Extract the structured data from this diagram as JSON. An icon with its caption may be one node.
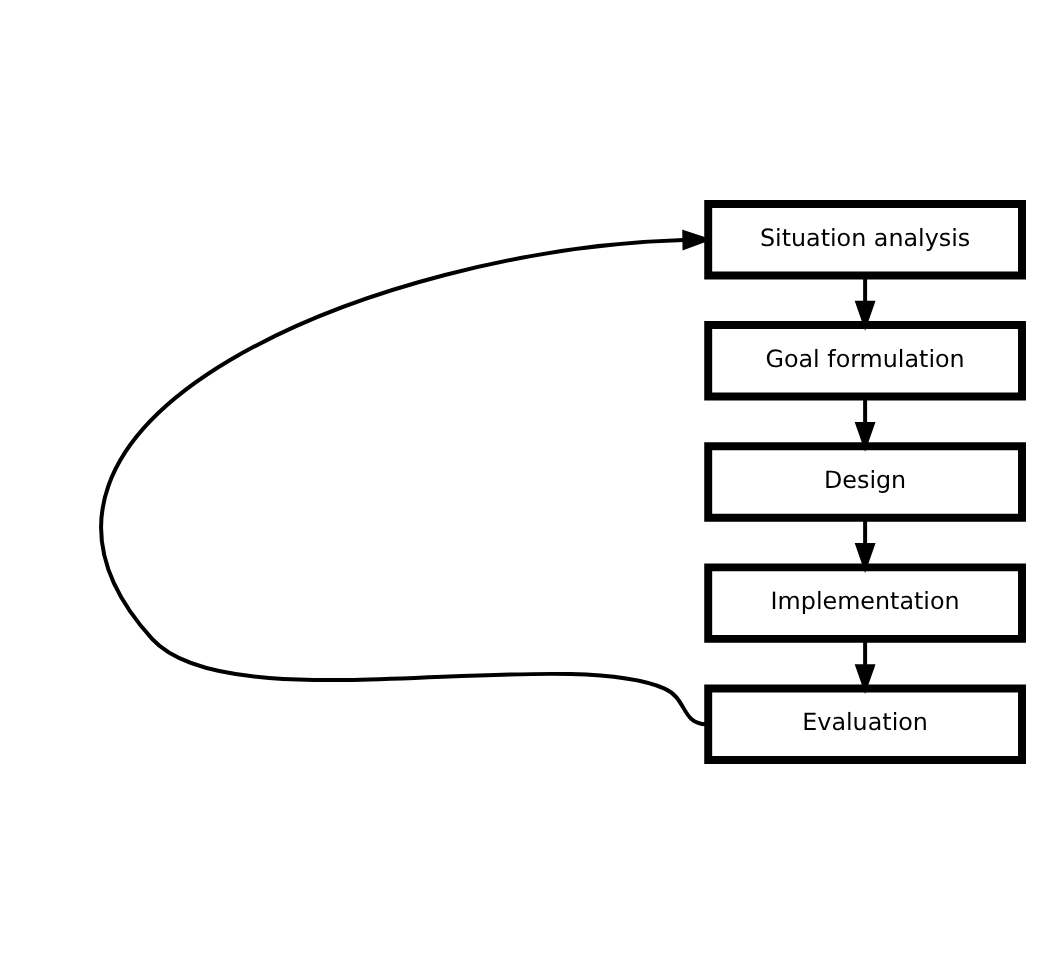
{
  "diagram": {
    "nodes": [
      {
        "text": [
          "Situation analysis"
        ]
      },
      {
        "text": [
          "Goal formulation"
        ]
      },
      {
        "text": [
          "Design"
        ]
      },
      {
        "text": [
          "Implementation"
        ]
      },
      {
        "text": [
          "Evaluation"
        ]
      }
    ],
    "edges": [
      {
        "from": 0,
        "to": 1,
        "arrow": "to"
      },
      {
        "from": 1,
        "to": 2,
        "arrow": "to"
      },
      {
        "from": 2,
        "to": 3,
        "arrow": "to"
      },
      {
        "from": 3,
        "to": 4,
        "arrow": "to"
      },
      {
        "from": 4,
        "to": 0,
        "arrow": "to"
      }
    ]
  }
}
